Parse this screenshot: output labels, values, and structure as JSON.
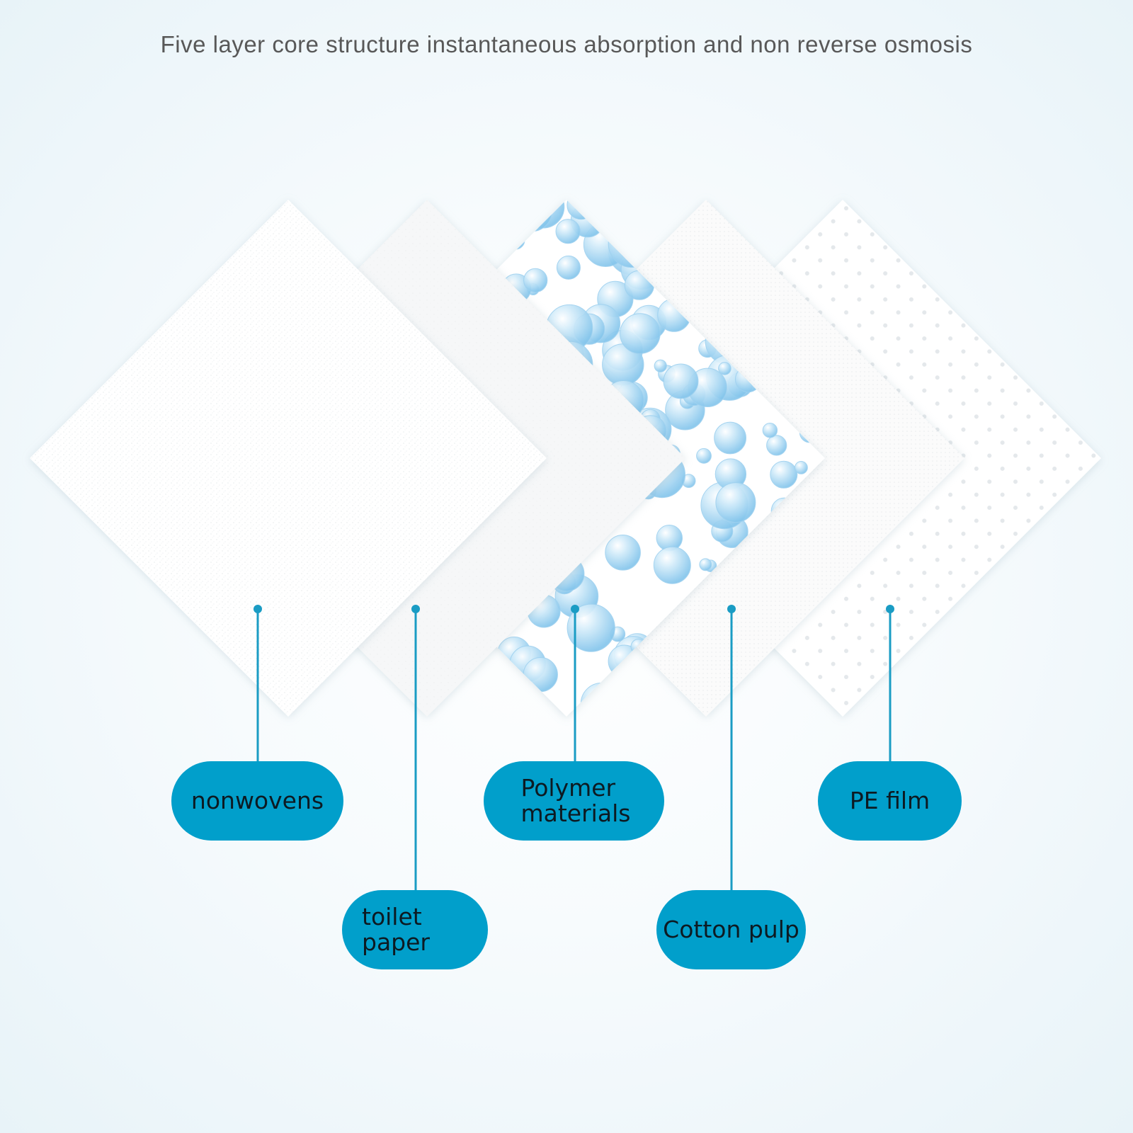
{
  "header": {
    "subtitle": "Five layer core structure instantaneous absorption and non reverse osmosis"
  },
  "layers": [
    {
      "label": "nonwovens",
      "texture": "fine-noise"
    },
    {
      "label": "toilet paper",
      "texture": "smooth-paper"
    },
    {
      "label": "Polymer materials",
      "texture": "bubbles"
    },
    {
      "label": "Cotton pulp",
      "texture": "fine-grid"
    },
    {
      "label": "PE film",
      "texture": "dots"
    }
  ],
  "colors": {
    "accent": "#019fcb",
    "callout_line": "#1a9cc4",
    "bubble": "#a9d8f3",
    "text": "#0d1a22",
    "subtitle": "#585858"
  }
}
